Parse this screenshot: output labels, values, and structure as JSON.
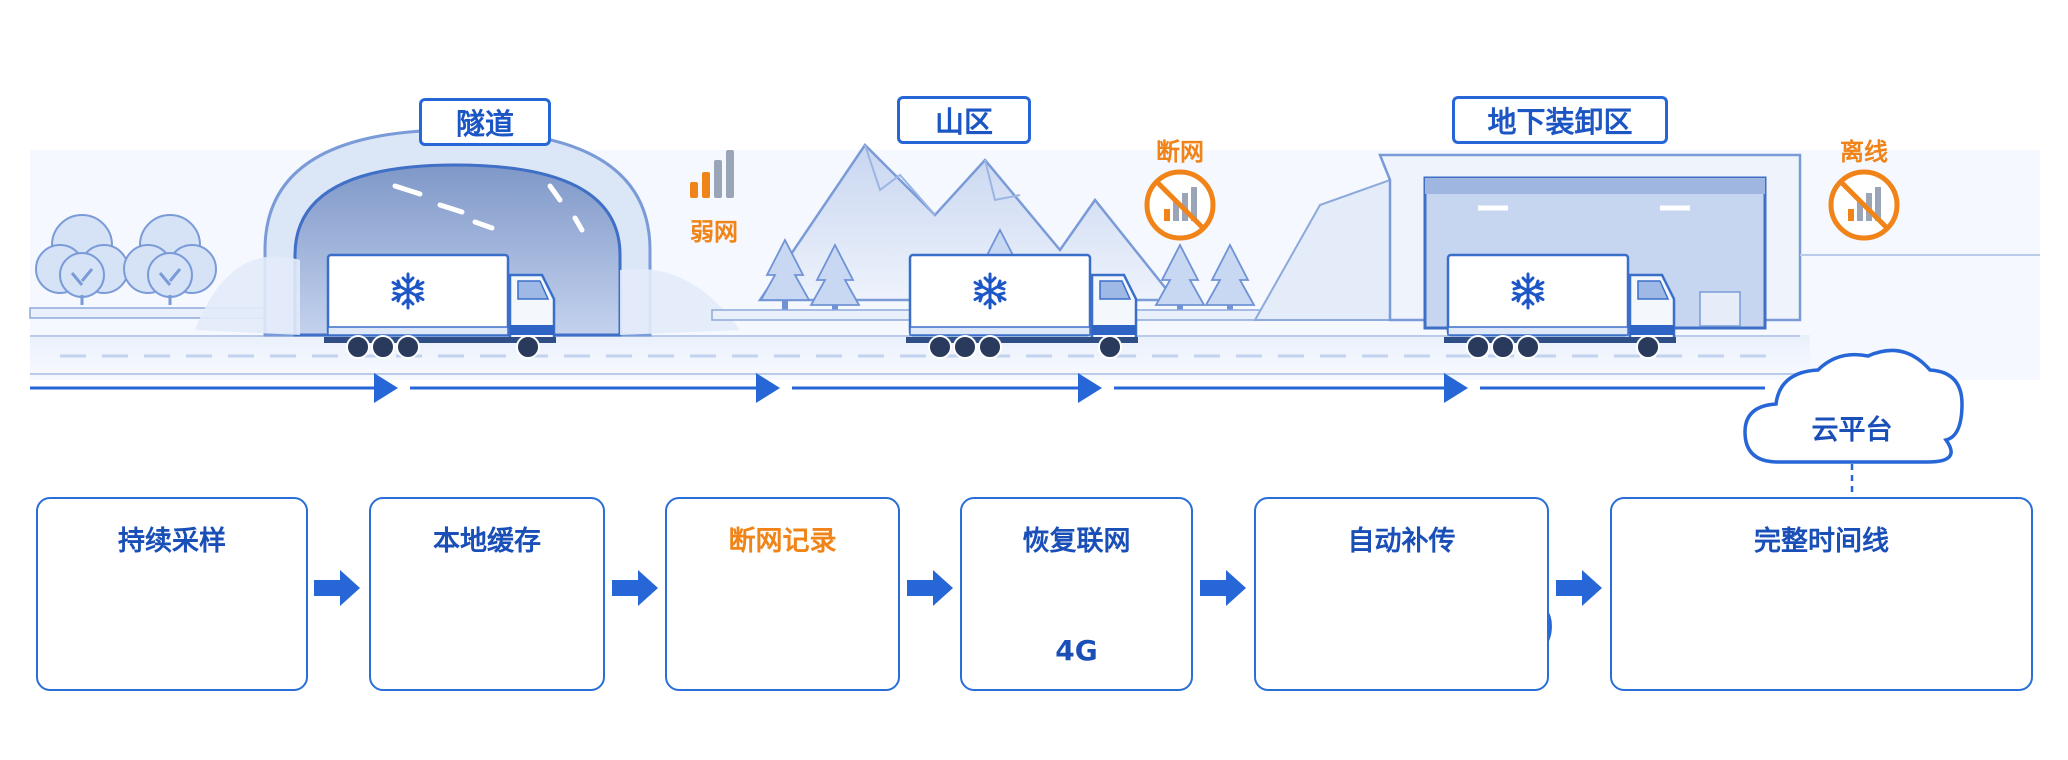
{
  "scene": {
    "tunnel_label": "隧道",
    "mountain_label": "山区",
    "underground_label": "地下装卸区",
    "weak_network": "弱网",
    "disconnected": "断网",
    "offline": "离线",
    "cloud_platform": "云平台"
  },
  "steps": [
    {
      "title": "持续采样"
    },
    {
      "title": "本地缓存"
    },
    {
      "title": "断网记录"
    },
    {
      "title": "恢复联网",
      "network_label": "4G"
    },
    {
      "title": "自动补传"
    },
    {
      "title": "完整时间线"
    }
  ],
  "colors": {
    "primary_blue": "#2766d6",
    "dark_blue": "#1a4fb8",
    "light_blue": "#d8e4f8",
    "orange": "#f08418",
    "gray_bar": "#9aa6b8"
  },
  "icons": [
    "snowflake-icon",
    "temperature-sensor-icon",
    "database-icon",
    "document-icon",
    "no-signal-icon",
    "signal-bars-icon",
    "cloud-upload-icon",
    "timeline-icon"
  ]
}
